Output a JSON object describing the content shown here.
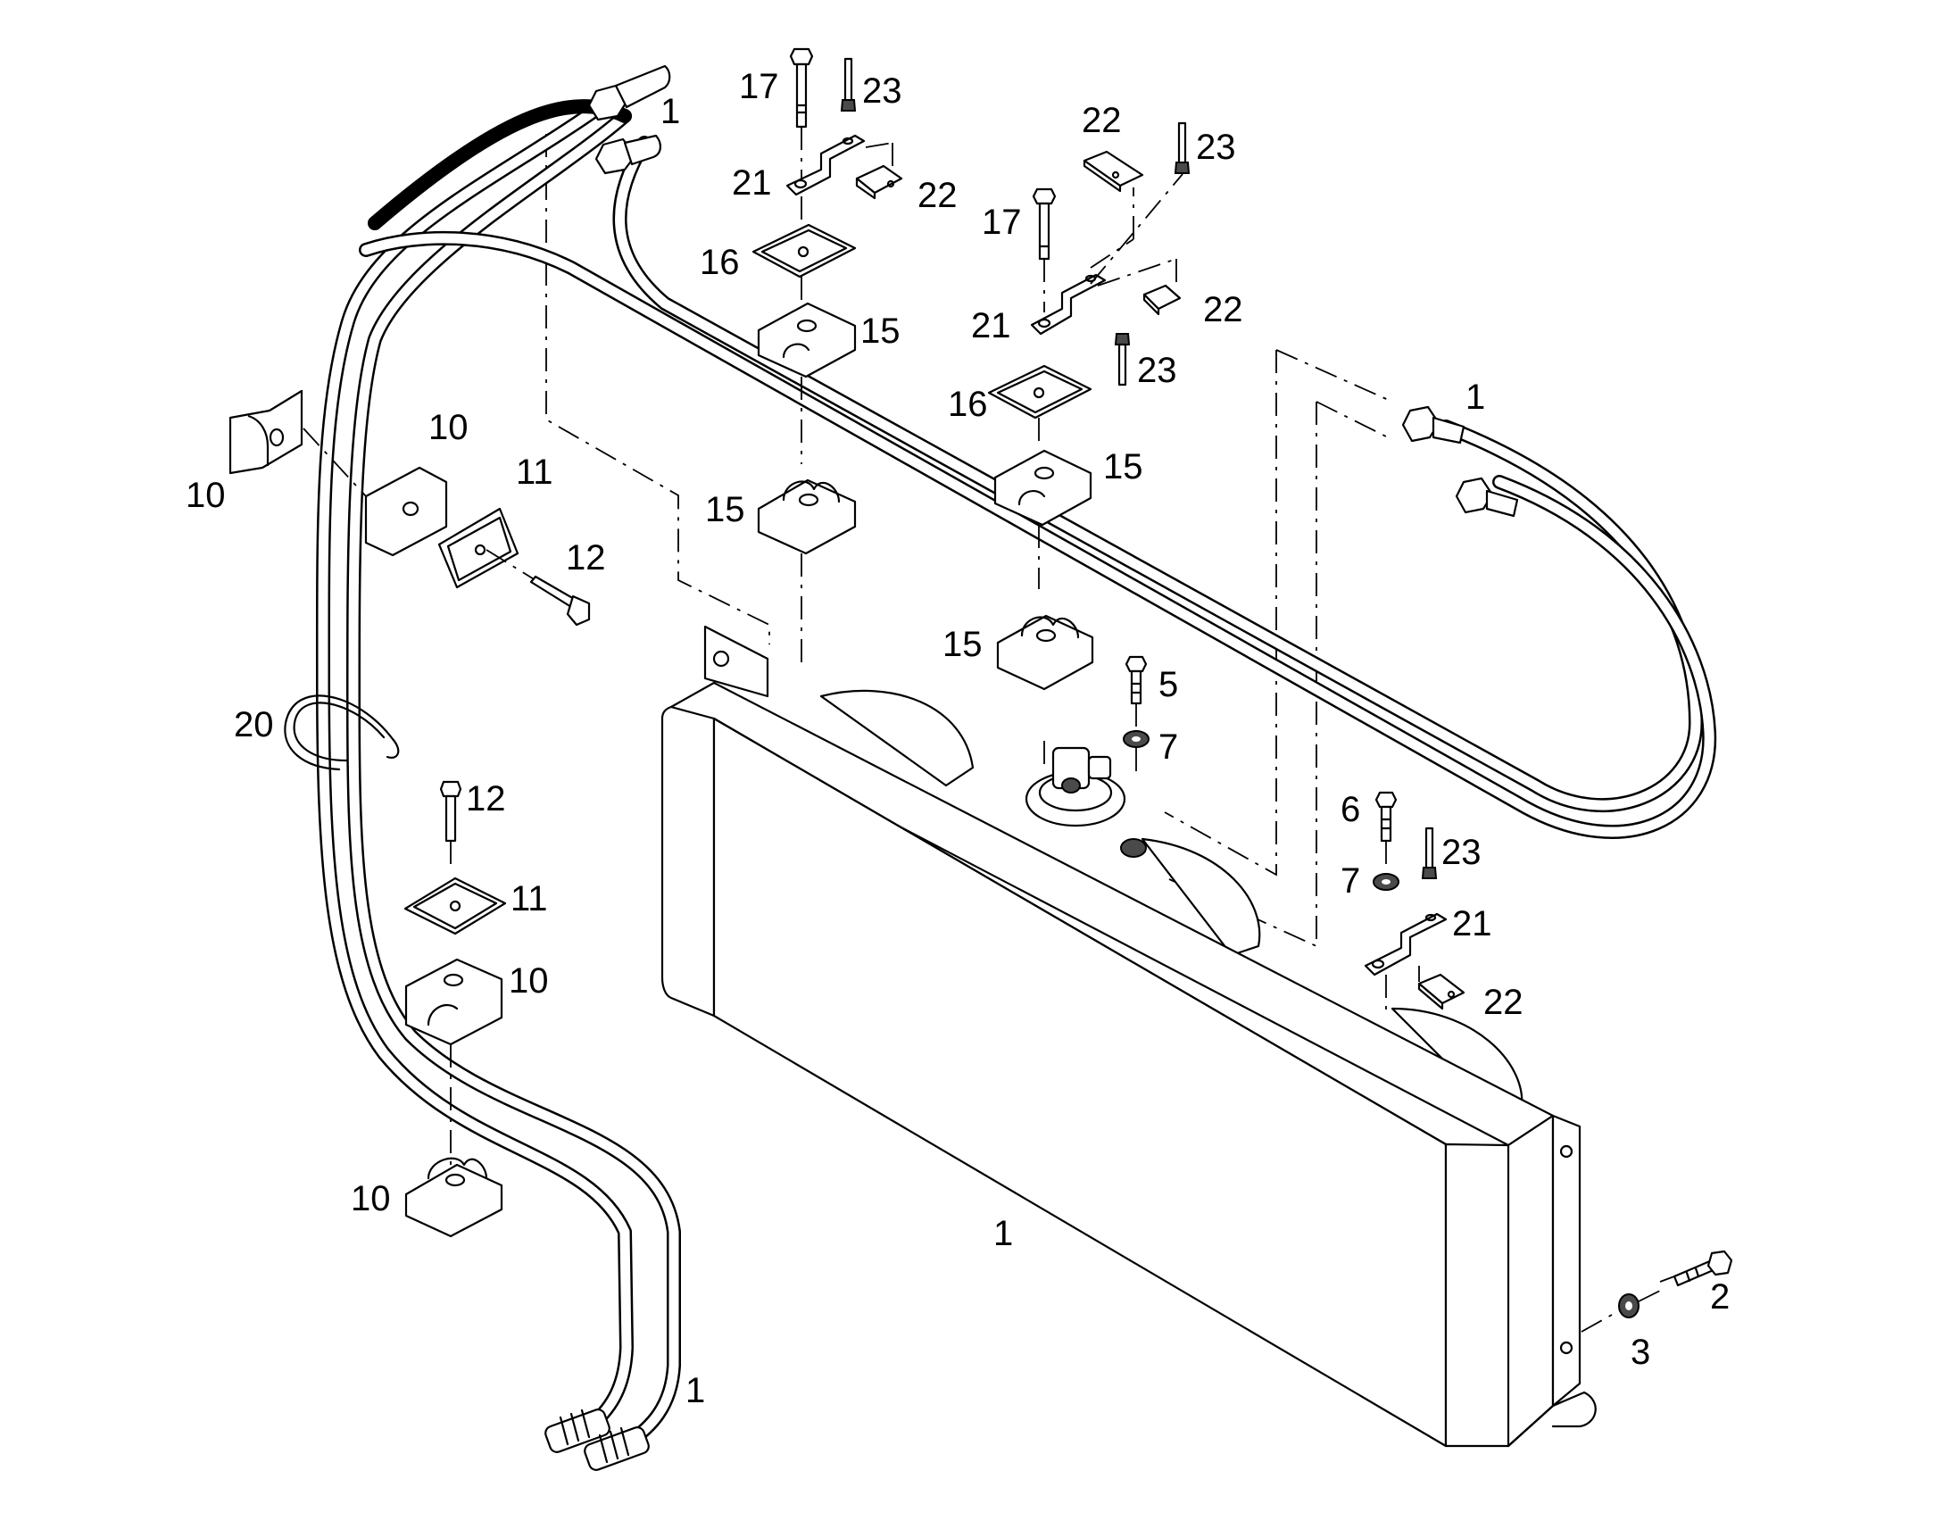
{
  "callouts": {
    "c1a": "1",
    "c1b": "1",
    "c1c": "1",
    "c1d": "1",
    "c2": "2",
    "c3": "3",
    "c5": "5",
    "c6": "6",
    "c7a": "7",
    "c7b": "7",
    "c10a": "10",
    "c10b": "10",
    "c10c": "10",
    "c10d": "10",
    "c11a": "11",
    "c11b": "11",
    "c12a": "12",
    "c12b": "12",
    "c15a": "15",
    "c15b": "15",
    "c15c": "15",
    "c15d": "15",
    "c16a": "16",
    "c16b": "16",
    "c17a": "17",
    "c17b": "17",
    "c20": "20",
    "c21a": "21",
    "c21b": "21",
    "c21c": "21",
    "c22a": "22",
    "c22b": "22",
    "c22c": "22",
    "c22d": "22",
    "c23a": "23",
    "c23b": "23",
    "c23c": "23",
    "c23d": "23"
  }
}
